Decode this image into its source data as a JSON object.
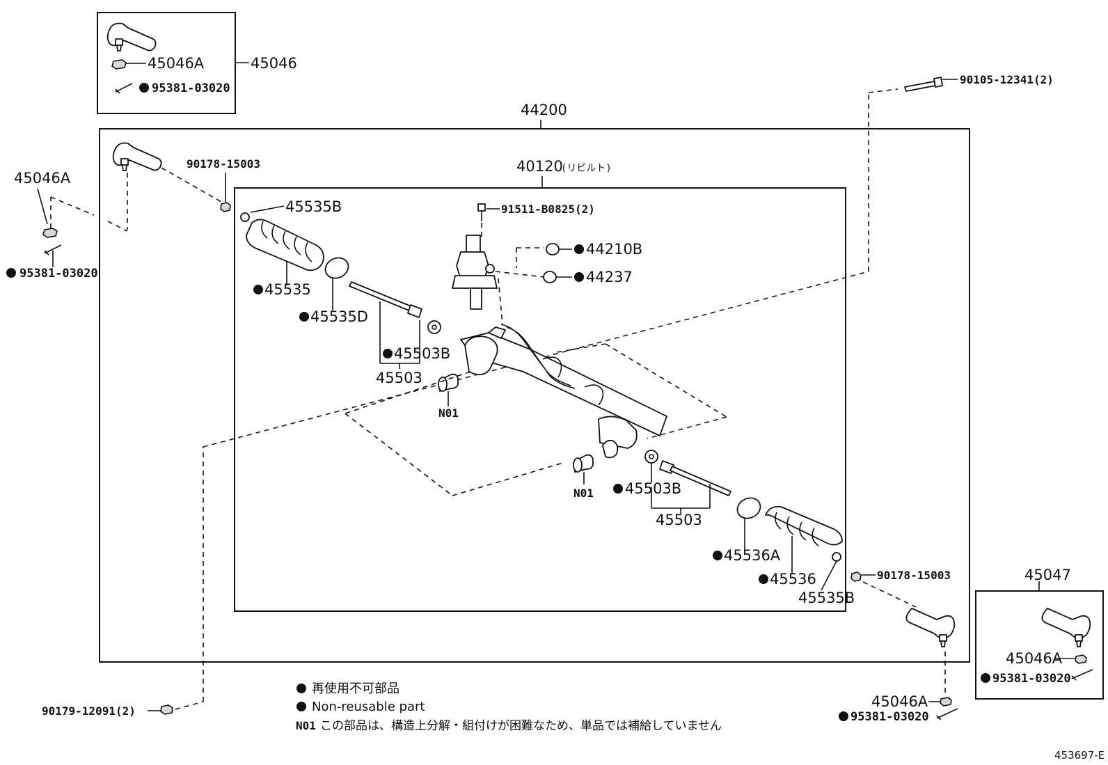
{
  "labels": {
    "kit_45046": "45046",
    "kit_45046_nut": "45046A",
    "kit_45046_pin": "95381-03020",
    "assembly_44200": "44200",
    "left_nut_45046A": "45046A",
    "left_pin": "95381-03020",
    "left_nut_90178": "90178-15003",
    "rack_40120": "40120",
    "rack_40120_suffix": "(リビルト)",
    "clamp_45535B_top": "45535B",
    "bolt_91511": "91511-B0825(2)",
    "seal_44210B": "44210B",
    "seal_44237": "44237",
    "boot_45535": "45535",
    "clamp_45535D": "45535D",
    "washer_45503B_left": "45503B",
    "rod_45503_left": "45503",
    "n01_left": "N01",
    "n01_right": "N01",
    "washer_45503B_right": "45503B",
    "rod_45503_right": "45503",
    "clamp_45536A": "45536A",
    "boot_45536": "45536",
    "clamp_45535B_bottom": "45535B",
    "right_nut_90178": "90178-15003",
    "bolt_90105": "90105-12341(2)",
    "bolt_90179": "90179-12091(2)",
    "kit_45047": "45047",
    "kit_45047_nut": "45046A",
    "kit_45047_pin": "95381-03020",
    "right_nut_45046A": "45046A",
    "right_pin": "95381-03020"
  },
  "legend": {
    "line_ja": "再使用不可部品",
    "line_en": "Non-reusable part",
    "n01_code": "N01",
    "n01_text": "この部品は、構造上分解・組付けが困難なため、単品では補給していません"
  },
  "figure_id": "453697-E"
}
